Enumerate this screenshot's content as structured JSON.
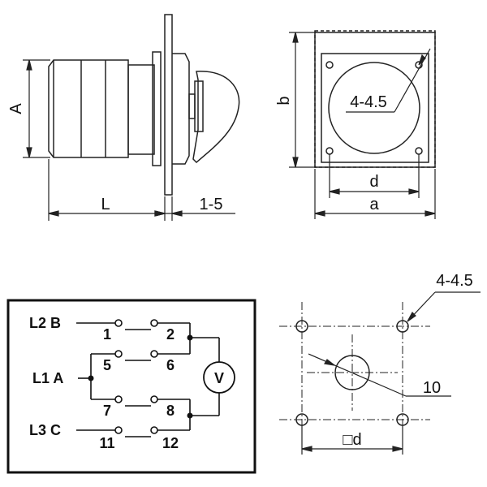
{
  "side_view": {
    "height_label": "A",
    "length_label": "L",
    "panel_label": "1-5"
  },
  "front_view": {
    "height_label": "b",
    "hole_label": "4-4.5",
    "inner_label": "d",
    "width_label": "a"
  },
  "wiring": {
    "phase_l2": "L2 B",
    "phase_l1": "L1 A",
    "phase_l3": "L3 C",
    "meter": "V",
    "terminals": [
      "1",
      "2",
      "5",
      "6",
      "7",
      "8",
      "11",
      "12"
    ]
  },
  "cutout": {
    "hole_label": "4-4.5",
    "center_label": "10",
    "square_label": "□d"
  }
}
